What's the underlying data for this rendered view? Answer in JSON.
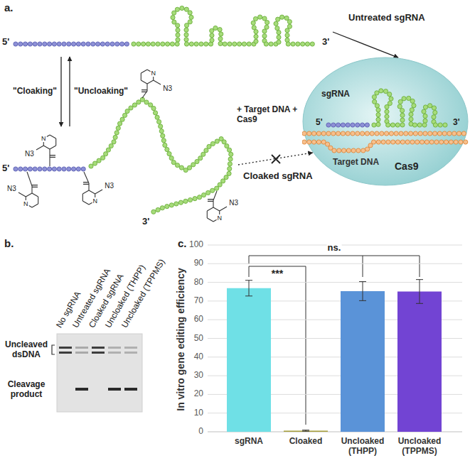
{
  "diagram": {
    "nodes": [
      {
        "text": [
          "5'",
          "3'"
        ]
      },
      {
        "text": [
          "5'",
          "3'"
        ]
      },
      {
        "text": [
          "sgRNA",
          "5'",
          "3'",
          "Target DNA",
          "Cas9"
        ]
      }
    ],
    "edges": [
      {
        "from": 0,
        "to": 1,
        "arrow": "to",
        "label": "\"Cloaking\""
      },
      {
        "from": 1,
        "to": 0,
        "arrow": "to",
        "label": "\"Uncloaking\""
      },
      {
        "from": 0,
        "to": 2,
        "arrow": "to",
        "label": "Untreated sgRNA"
      },
      {
        "from": 1,
        "to": 2,
        "arrow": "to",
        "label": "Cloaked sgRNA"
      }
    ],
    "labels": [
      "a.",
      "+ Target DNA + Cas9",
      "N3",
      "N3",
      "N3",
      "N3",
      "N3",
      "N",
      "N",
      "N",
      "N",
      "N",
      "b.",
      "No sgRNA",
      "Untreated sgRNA",
      "Cloaked sgRNA",
      "Uncloaked (THPP)",
      "Uncloaked (TPPMS)",
      "Uncleaved dsDNA",
      "Cleavage product",
      "c.",
      "In vitro gene editing efficiency",
      "0",
      "10",
      "20",
      "30",
      "40",
      "50",
      "60",
      "70",
      "80",
      "90",
      "100",
      "***",
      "ns.",
      "sgRNA",
      "Cloaked",
      "Uncloaked (THPP)",
      "Uncloaked (TPPMS)"
    ]
  }
}
